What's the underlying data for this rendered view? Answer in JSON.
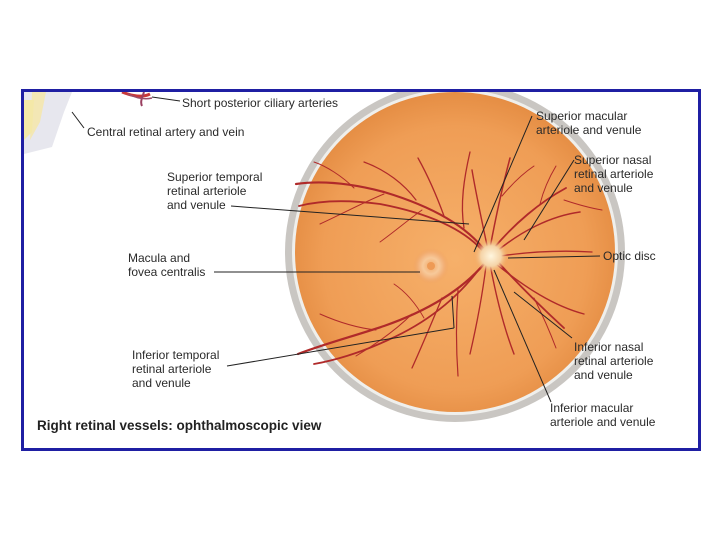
{
  "labels": {
    "short_posterior": "Short posterior ciliary arteries",
    "central": "Central retinal artery and vein",
    "sup_temporal": [
      "Superior temporal",
      "retinal arteriole",
      "and venule"
    ],
    "macula": [
      "Macula and",
      "fovea centralis"
    ],
    "inf_temporal": [
      "Inferior temporal",
      "retinal arteriole",
      "and venule"
    ],
    "sup_macular": [
      "Superior macular",
      "arteriole and venule"
    ],
    "sup_nasal": [
      "Superior nasal",
      "retinal arteriole",
      "and venule"
    ],
    "optic_disc": "Optic disc",
    "inf_nasal": [
      "Inferior nasal",
      "retinal arteriole",
      "and venule"
    ],
    "inf_macular": [
      "Inferior macular",
      "arteriole and venule"
    ]
  },
  "caption": "Right retinal vessels: ophthalmoscopic view",
  "colors": {
    "frame_border": "#1f1fa3",
    "fundus": "#f0a05a",
    "vessels": "#b02a2a",
    "leader_lines": "#222222"
  }
}
